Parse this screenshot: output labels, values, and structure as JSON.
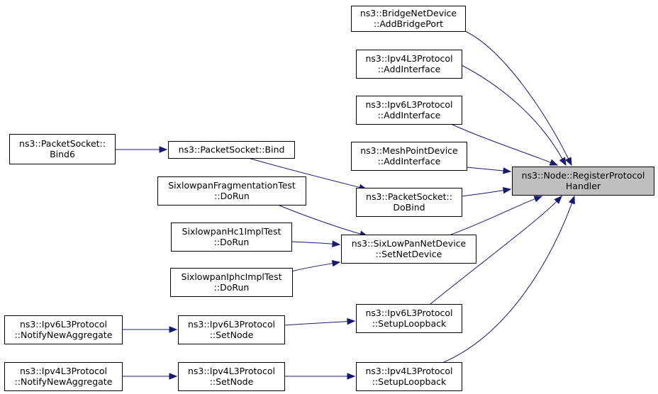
{
  "nodes": [
    {
      "id": "register",
      "lines": [
        "ns3::Node::RegisterProtocol",
        "Handler"
      ],
      "focus": true
    },
    {
      "id": "bridge_add",
      "lines": [
        "ns3::BridgeNetDevice",
        "::AddBridgePort"
      ]
    },
    {
      "id": "ipv4_addif",
      "lines": [
        "ns3::Ipv4L3Protocol",
        "::AddInterface"
      ]
    },
    {
      "id": "ipv6_addif",
      "lines": [
        "ns3::Ipv6L3Protocol",
        "::AddInterface"
      ]
    },
    {
      "id": "mesh_addif",
      "lines": [
        "ns3::MeshPointDevice",
        "::AddInterface"
      ]
    },
    {
      "id": "ps_dobind",
      "lines": [
        "ns3::PacketSocket::",
        "DoBind"
      ]
    },
    {
      "id": "sixlowpan_setnd",
      "lines": [
        "ns3::SixLowPanNetDevice",
        "::SetNetDevice"
      ]
    },
    {
      "id": "ipv6_setuplb",
      "lines": [
        "ns3::Ipv6L3Protocol",
        "::SetupLoopback"
      ]
    },
    {
      "id": "ipv4_setuplb",
      "lines": [
        "ns3::Ipv4L3Protocol",
        "::SetupLoopback"
      ]
    },
    {
      "id": "ps_bind",
      "lines": [
        "ns3::PacketSocket::Bind"
      ]
    },
    {
      "id": "frag_test",
      "lines": [
        "SixlowpanFragmentationTest",
        "::DoRun"
      ]
    },
    {
      "id": "hc1_test",
      "lines": [
        "SixlowpanHc1ImplTest",
        "::DoRun"
      ]
    },
    {
      "id": "iphc_test",
      "lines": [
        "SixlowpanIphcImplTest",
        "::DoRun"
      ]
    },
    {
      "id": "ipv6_setnode",
      "lines": [
        "ns3::Ipv6L3Protocol",
        "::SetNode"
      ]
    },
    {
      "id": "ipv4_setnode",
      "lines": [
        "ns3::Ipv4L3Protocol",
        "::SetNode"
      ]
    },
    {
      "id": "ps_bind6",
      "lines": [
        "ns3::PacketSocket::",
        "Bind6"
      ]
    },
    {
      "id": "ipv6_notify",
      "lines": [
        "ns3::Ipv6L3Protocol",
        "::NotifyNewAggregate"
      ]
    },
    {
      "id": "ipv4_notify",
      "lines": [
        "ns3::Ipv4L3Protocol",
        "::NotifyNewAggregate"
      ]
    }
  ],
  "edges": [
    {
      "from": "bridge_add",
      "to": "register"
    },
    {
      "from": "ipv4_addif",
      "to": "register"
    },
    {
      "from": "ipv6_addif",
      "to": "register"
    },
    {
      "from": "mesh_addif",
      "to": "register"
    },
    {
      "from": "ps_dobind",
      "to": "register"
    },
    {
      "from": "sixlowpan_setnd",
      "to": "register"
    },
    {
      "from": "ipv6_setuplb",
      "to": "register"
    },
    {
      "from": "ipv4_setuplb",
      "to": "register"
    },
    {
      "from": "ps_bind",
      "to": "ps_dobind"
    },
    {
      "from": "ps_bind6",
      "to": "ps_bind"
    },
    {
      "from": "frag_test",
      "to": "sixlowpan_setnd"
    },
    {
      "from": "hc1_test",
      "to": "sixlowpan_setnd"
    },
    {
      "from": "iphc_test",
      "to": "sixlowpan_setnd"
    },
    {
      "from": "ipv6_setnode",
      "to": "ipv6_setuplb"
    },
    {
      "from": "ipv6_notify",
      "to": "ipv6_setnode"
    },
    {
      "from": "ipv4_setnode",
      "to": "ipv4_setuplb"
    },
    {
      "from": "ipv4_notify",
      "to": "ipv4_setnode"
    }
  ],
  "colors": {
    "edge": "#191970",
    "focus_fill": "#bfbfbf",
    "node_border": "#000000"
  }
}
